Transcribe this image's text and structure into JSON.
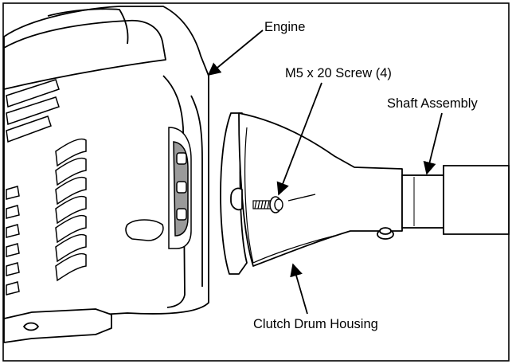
{
  "labels": {
    "engine": "Engine",
    "screw": "M5 x 20 Screw (4)",
    "shaft": "Shaft Assembly",
    "clutch": "Clutch Drum Housing"
  }
}
